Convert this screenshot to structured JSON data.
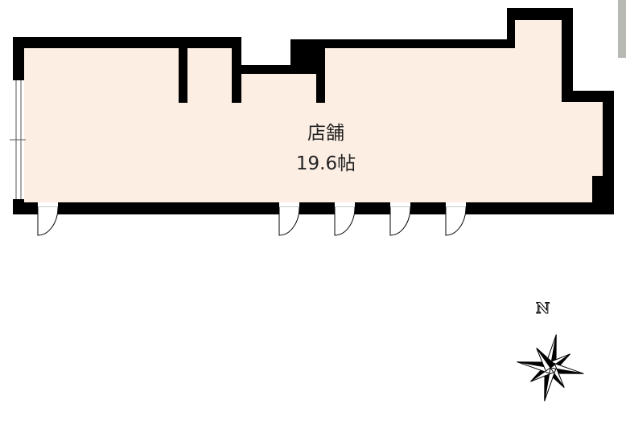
{
  "room": {
    "name": "店舗",
    "size": "19.6帖"
  },
  "compass": {
    "north_label": "N"
  },
  "colors": {
    "wall": "#000000",
    "floor": "#fdeee4",
    "window": "#ffffff"
  }
}
